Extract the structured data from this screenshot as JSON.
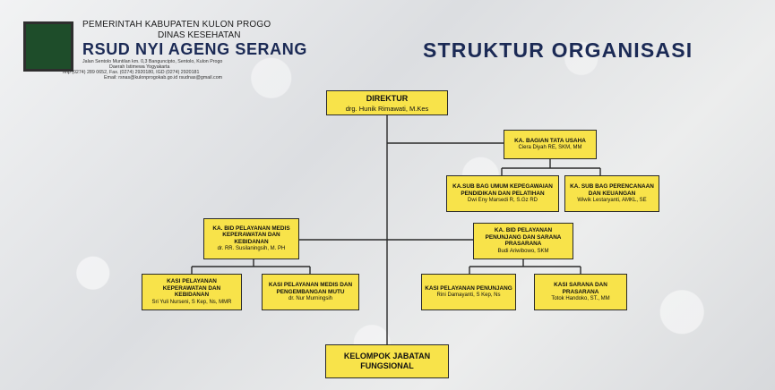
{
  "header": {
    "line1": "PEMERINTAH KABUPATEN KULON PROGO",
    "line2": "DINAS KESEHATAN",
    "hospital": "RSUD NYI AGENG SERANG",
    "address1": "Jalan Sentolo Muntilan km. 0,3 Banguncipto, Sentolo, Kulon Progo",
    "address2": "Daerah Istimewa Yogyakarta",
    "phone": "Telp (0274) 289 0652, Fax. (0274) 2920180, IGD (0274) 2920181",
    "email": "Email: rsnas@kulonprogokab.go.id  rsudnas@gmail.com"
  },
  "title": "STRUKTUR ORGANISASI",
  "colors": {
    "box_fill": "#f8e34a",
    "border": "#2a2a2a",
    "title": "#1b2a55",
    "logo": "#1e4d2a"
  },
  "nodes": {
    "direktur": {
      "role": "DIREKTUR",
      "name": "drg. Hunik Rimawati, M.Kes"
    },
    "tata_usaha": {
      "role": "KA. BAGIAN TATA USAHA",
      "name": "Ciera Diyah RE, SKM, MM"
    },
    "umum": {
      "role": "KA.SUB BAG UMUM KEPEGAWAIAN PENDIDIKAN DAN PELATIHAN",
      "name": "Dwi Eny Marsedi R, S.Gz RD"
    },
    "keuangan": {
      "role": "KA. SUB BAG PERENCANAAN DAN KEUANGAN",
      "name": "Wiwik Lestaryanti, AMKL, SE"
    },
    "medis": {
      "role": "KA. BID PELAYANAN MEDIS KEPERAWATAN DAN KEBIDANAN",
      "name": "dr. RR. Susilaningsih, M. PH"
    },
    "penunjang": {
      "role": "KA. BID PELAYANAN PENUNJANG DAN SARANA PRASARANA",
      "name": "Budi Ariwibowo, SKM"
    },
    "keperawatan": {
      "role": "KASI PELAYANAN KEPERAWATAN DAN KEBIDANAN",
      "name": "Sri Yuli Nurseni, S Kep, Ns, MMR"
    },
    "medis_mutu": {
      "role": "KASI PELAYANAN MEDIS DAN PENGEMBANGAN MUTU",
      "name": "dr. Nur Murningsih"
    },
    "kasi_penunjang": {
      "role": "KASI PELAYANAN PENUNJANG",
      "name": "Rini Damayanti, S Kep, Ns"
    },
    "sarana": {
      "role": "KASI SARANA DAN PRASARANA",
      "name": "Totok Handoko, ST., MM"
    },
    "fungsional": {
      "role": "KELOMPOK JABATAN FUNGSIONAL",
      "name": ""
    }
  }
}
